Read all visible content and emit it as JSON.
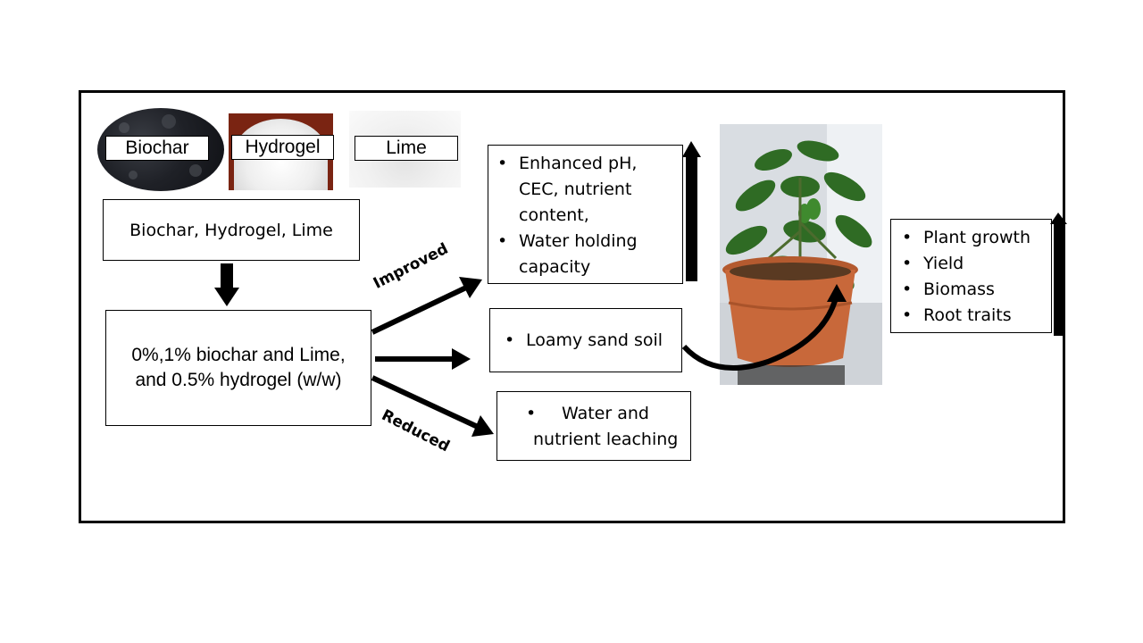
{
  "materials": {
    "biochar_label": "Biochar",
    "hydrogel_label": "Hydrogel",
    "lime_label": "Lime"
  },
  "input_box": {
    "text": "Biochar, Hydrogel, Lime"
  },
  "treatment_box": {
    "line1": "0%,1% biochar and Lime,",
    "line2": "and 0.5% hydrogel (w/w)"
  },
  "arrows": {
    "improved_label": "Improved",
    "reduced_label": "Reduced"
  },
  "improved_box": {
    "items": [
      {
        "line1": "Enhanced pH,",
        "line2": "CEC, nutrient",
        "line3": "content,"
      },
      {
        "line1": "Water holding",
        "line2": "capacity"
      }
    ]
  },
  "soil_box": {
    "item": "Loamy sand soil"
  },
  "reduced_box": {
    "line1": "Water and",
    "line2": "nutrient leaching"
  },
  "outcomes_box": {
    "items": [
      "Plant growth",
      "Yield",
      "Biomass",
      "Root traits"
    ]
  },
  "colors": {
    "pot": "#c8683a",
    "leaf": "#2f6b24",
    "biochar": "#1b1d22",
    "hydrogel_bg": "#8a2a14"
  }
}
